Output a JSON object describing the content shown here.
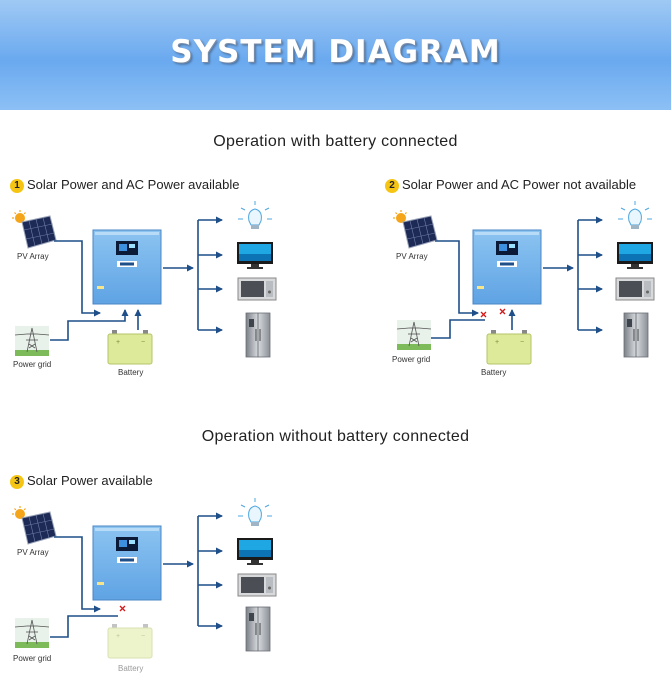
{
  "banner": {
    "title": "SYSTEM DIAGRAM"
  },
  "sections": {
    "with_battery": "Operation with battery connected",
    "without_battery": "Operation without  battery connected"
  },
  "scenarios": [
    {
      "number": "1",
      "title": "Solar Power and AC Power available"
    },
    {
      "number": "2",
      "title": "Solar Power and AC Power not available"
    },
    {
      "number": "3",
      "title": "Solar Power available"
    }
  ],
  "labels": {
    "pv_array": "PV Array",
    "power_grid": "Power grid",
    "battery": "Battery"
  },
  "colors": {
    "banner": "#6aa9ef",
    "inverter": "#6fb2ea",
    "arrow": "#1f4f88",
    "battery": "#dcea9a",
    "badge": "#f6c514",
    "cut_mark": "#d11a1a"
  }
}
